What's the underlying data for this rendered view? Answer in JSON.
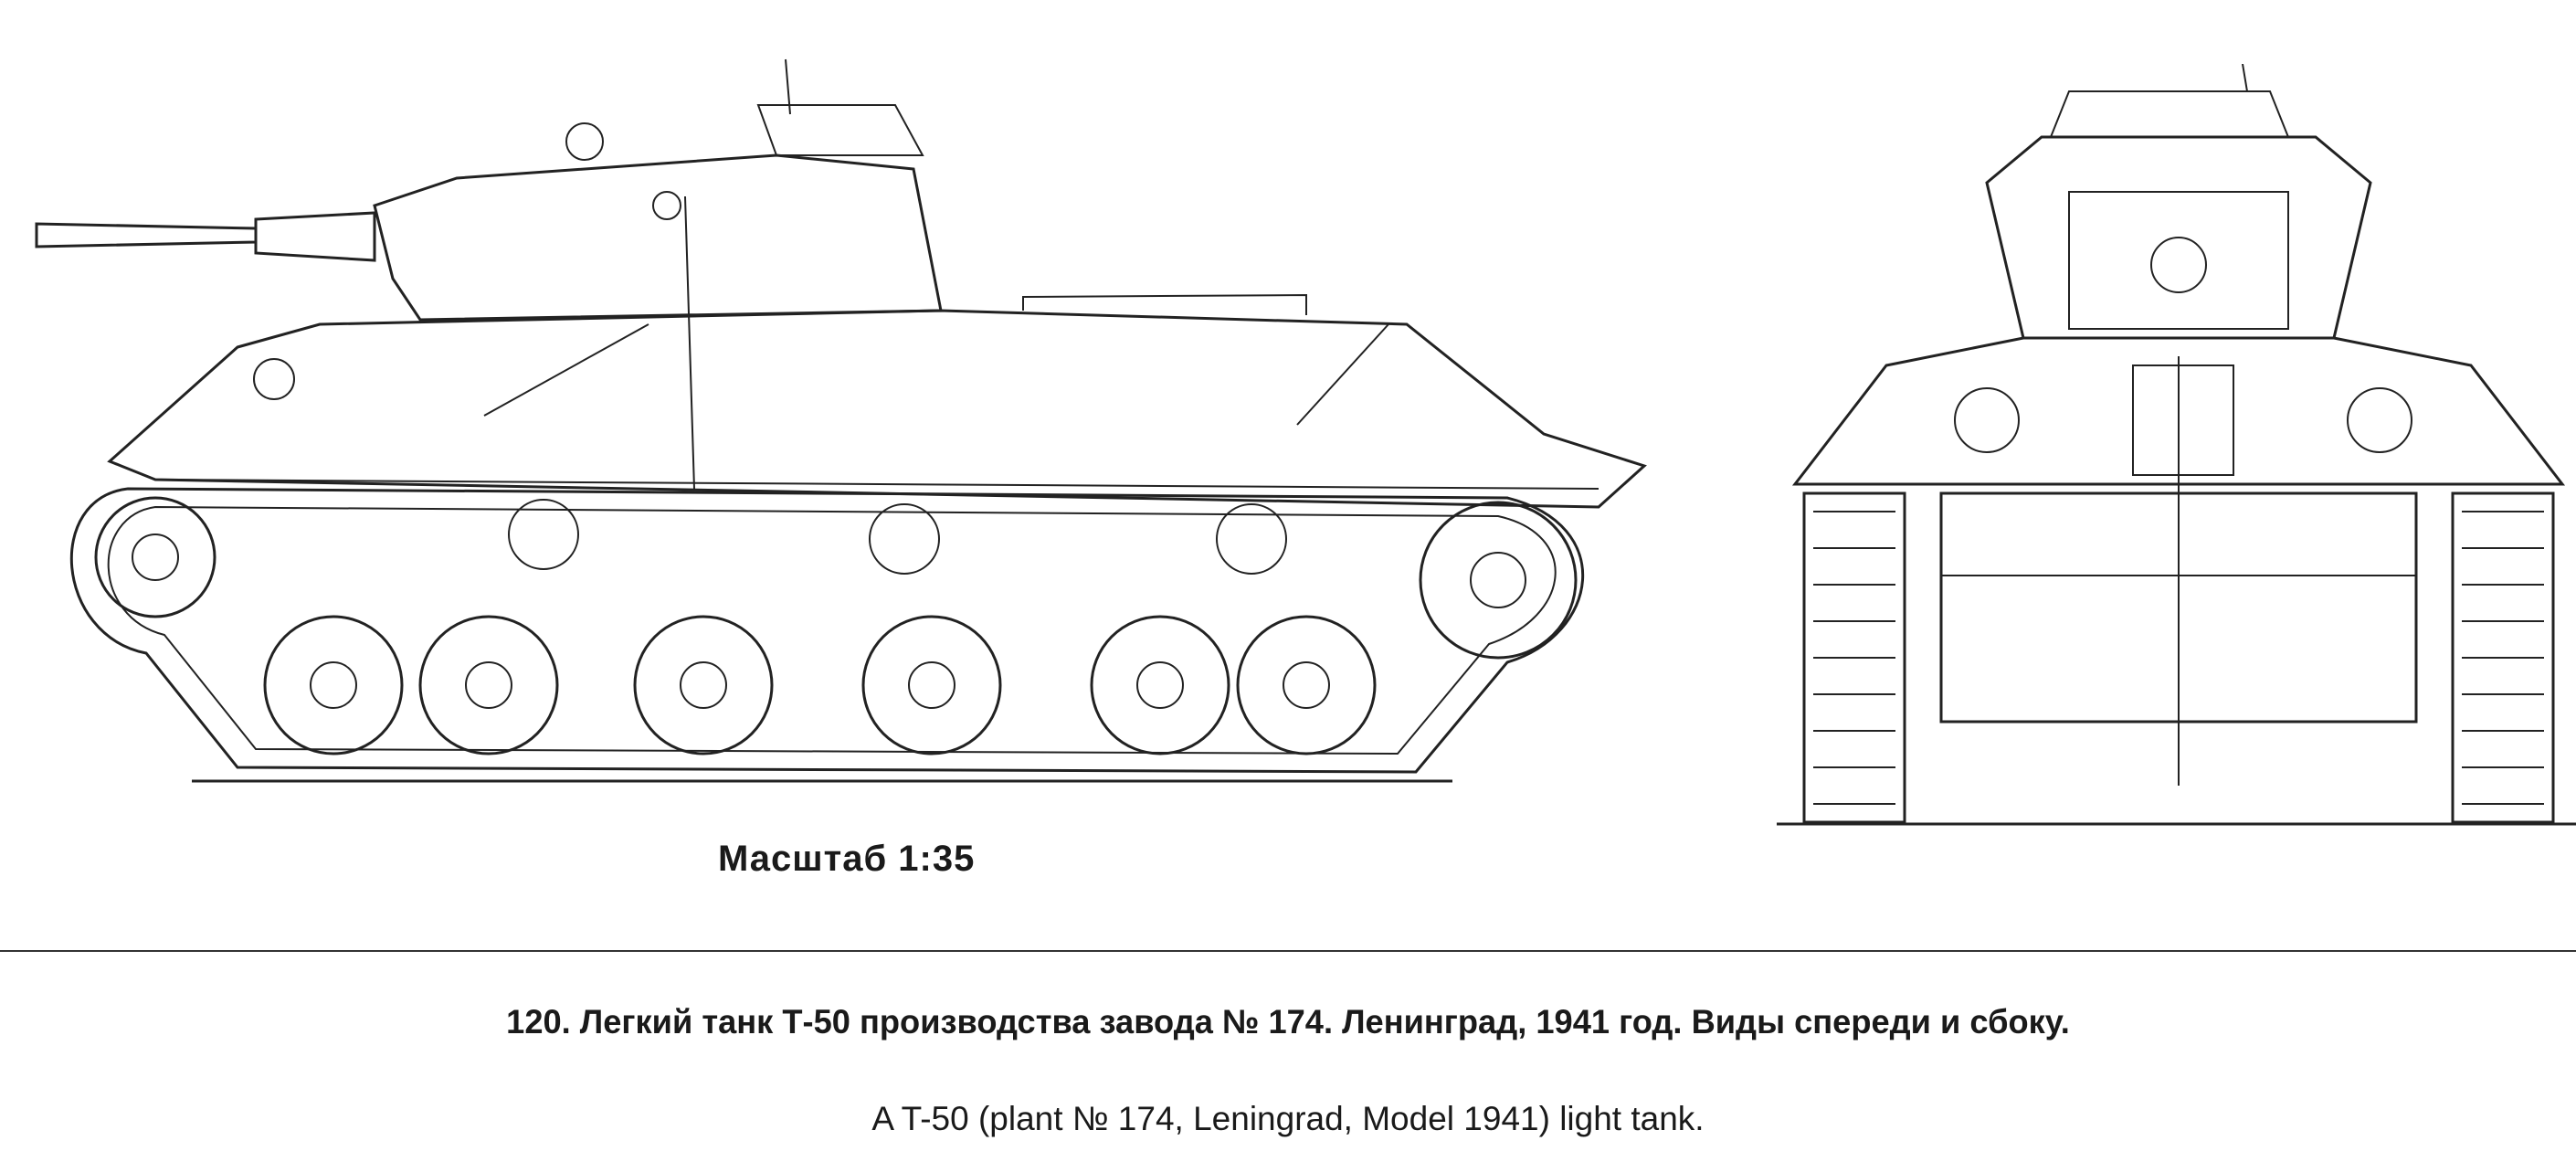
{
  "drawing": {
    "views": [
      "side-view",
      "front-view"
    ],
    "scale_label": "Масштаб 1:35"
  },
  "caption": {
    "russian": "120. Легкий танк Т-50 производства завода № 174. Ленинград, 1941 год. Виды спереди и сбоку.",
    "english": "A T-50 (plant № 174, Leningrad, Model 1941) light tank."
  }
}
